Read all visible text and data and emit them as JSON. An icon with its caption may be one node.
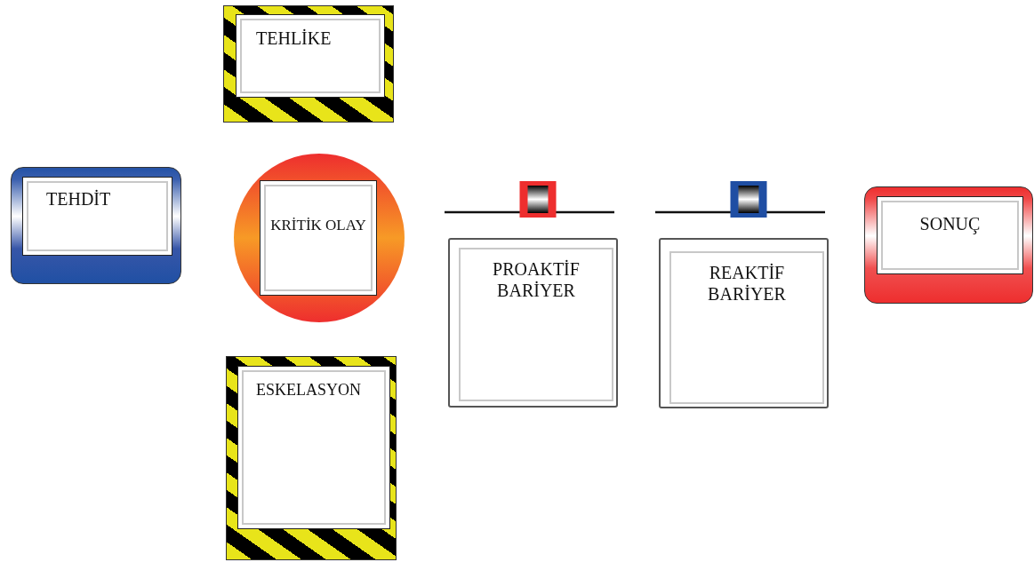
{
  "diagram": {
    "nodes": [
      {
        "text": [
          "TEHLİKE"
        ]
      },
      {
        "text": [
          "TEHDİT"
        ]
      },
      {
        "text": [
          "KRİTİK OLAY"
        ]
      },
      {
        "text": [
          "ESKELASYON"
        ]
      },
      {
        "text": [
          "PROAKTİF BARİYER"
        ]
      },
      {
        "text": [
          "REAKTİF BARİYER"
        ]
      },
      {
        "text": [
          "SONUÇ"
        ]
      }
    ]
  }
}
